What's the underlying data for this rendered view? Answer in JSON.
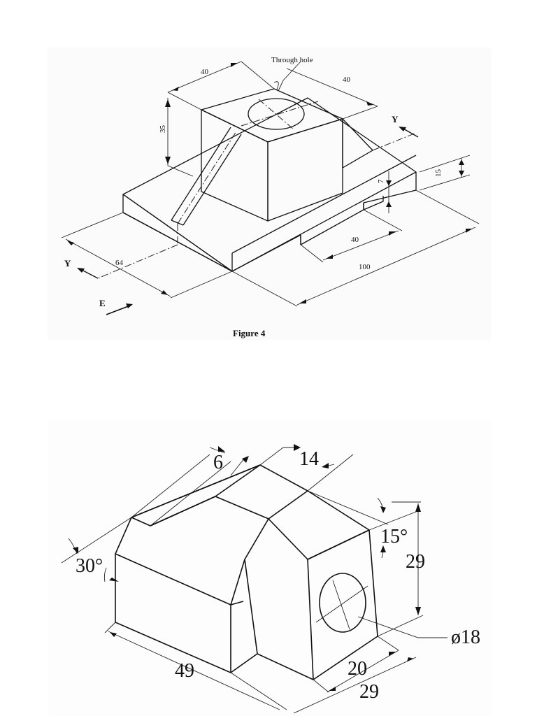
{
  "figure_top": {
    "caption": "Figure 4",
    "note_through_hole": "Through hole",
    "dims": {
      "d40_left": "40",
      "d40_right": "40",
      "d35": "35",
      "d15": "15",
      "d7": "7",
      "d40_slot": "40",
      "d100": "100",
      "d64": "64"
    },
    "view_labels": {
      "y_left": "Y",
      "y_right": "Y",
      "e": "E"
    }
  },
  "figure_bottom": {
    "dims": {
      "d6": "6",
      "d14": "14",
      "d15deg": "15°",
      "d30deg": "30°",
      "d29_vertical": "29",
      "dia18": "ø18",
      "d49": "49",
      "d20": "20",
      "d29_depth": "29"
    }
  }
}
